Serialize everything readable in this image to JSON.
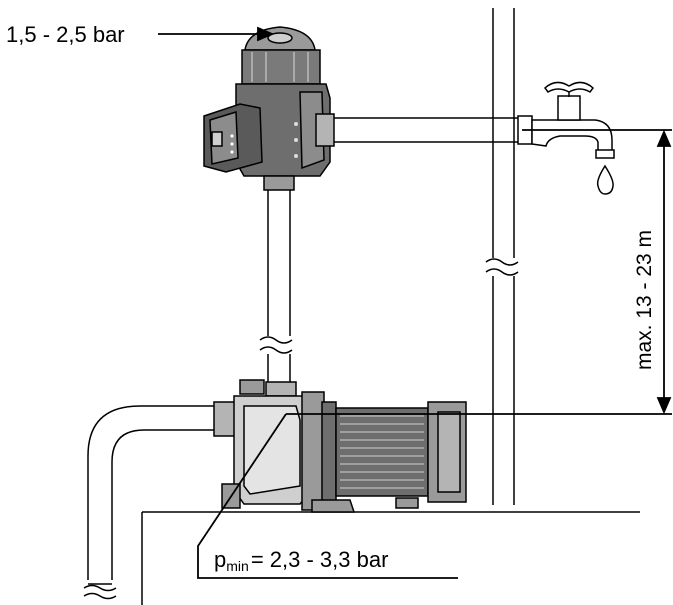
{
  "labels": {
    "pressure_switch_range": "1,5 - 2,5 bar",
    "height_range": "max. 13 - 23 m",
    "pmin_symbol": "p",
    "pmin_subscript": "min",
    "pmin_value": "= 2,3 - 3,3 bar"
  },
  "colors": {
    "line": "#000000",
    "body_dark": "#6e6e6e",
    "body_mid": "#8c8c8c",
    "body_light": "#b4b4b4",
    "body_lighter": "#cfcfcf",
    "background": "#ffffff"
  }
}
